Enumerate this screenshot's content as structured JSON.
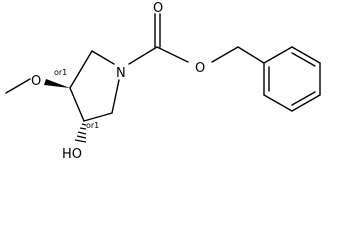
{
  "molecule": {
    "atoms": {
      "N": "N",
      "O_carbonyl": "O",
      "O_ester": "O",
      "O_methoxy": "O",
      "OH": "HO"
    },
    "stereo_labels": {
      "c3": "or1",
      "c4": "or1"
    }
  }
}
